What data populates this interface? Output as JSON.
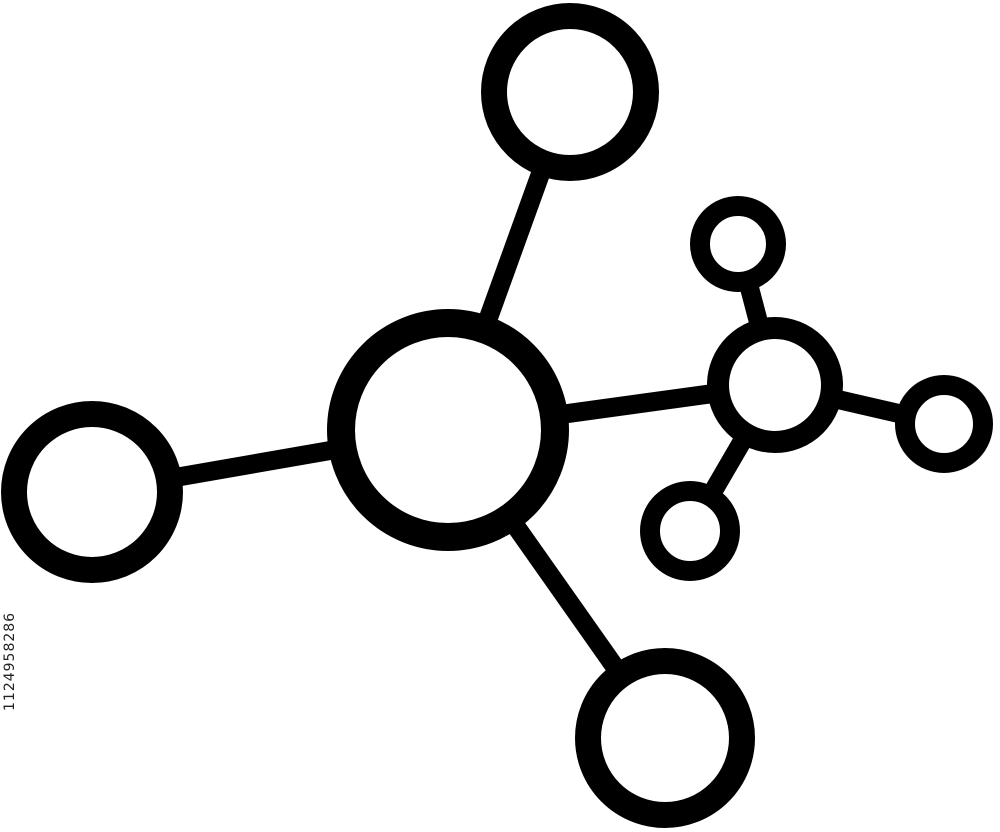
{
  "stock_id": "1124958286",
  "colors": {
    "ink": "#000000",
    "background": "#ffffff"
  },
  "illustration": {
    "icon": "molecule-network-icon",
    "nodes": [
      {
        "id": "hub-large"
      },
      {
        "id": "node-top"
      },
      {
        "id": "node-left"
      },
      {
        "id": "node-bottom"
      },
      {
        "id": "hub-small"
      },
      {
        "id": "node-small-top"
      },
      {
        "id": "node-small-right"
      },
      {
        "id": "node-small-bottom"
      }
    ],
    "links": [
      {
        "from": "hub-large",
        "to": "node-top"
      },
      {
        "from": "hub-large",
        "to": "node-left"
      },
      {
        "from": "hub-large",
        "to": "node-bottom"
      },
      {
        "from": "hub-large",
        "to": "hub-small"
      },
      {
        "from": "hub-small",
        "to": "node-small-top"
      },
      {
        "from": "hub-small",
        "to": "node-small-right"
      },
      {
        "from": "hub-small",
        "to": "node-small-bottom"
      }
    ]
  }
}
